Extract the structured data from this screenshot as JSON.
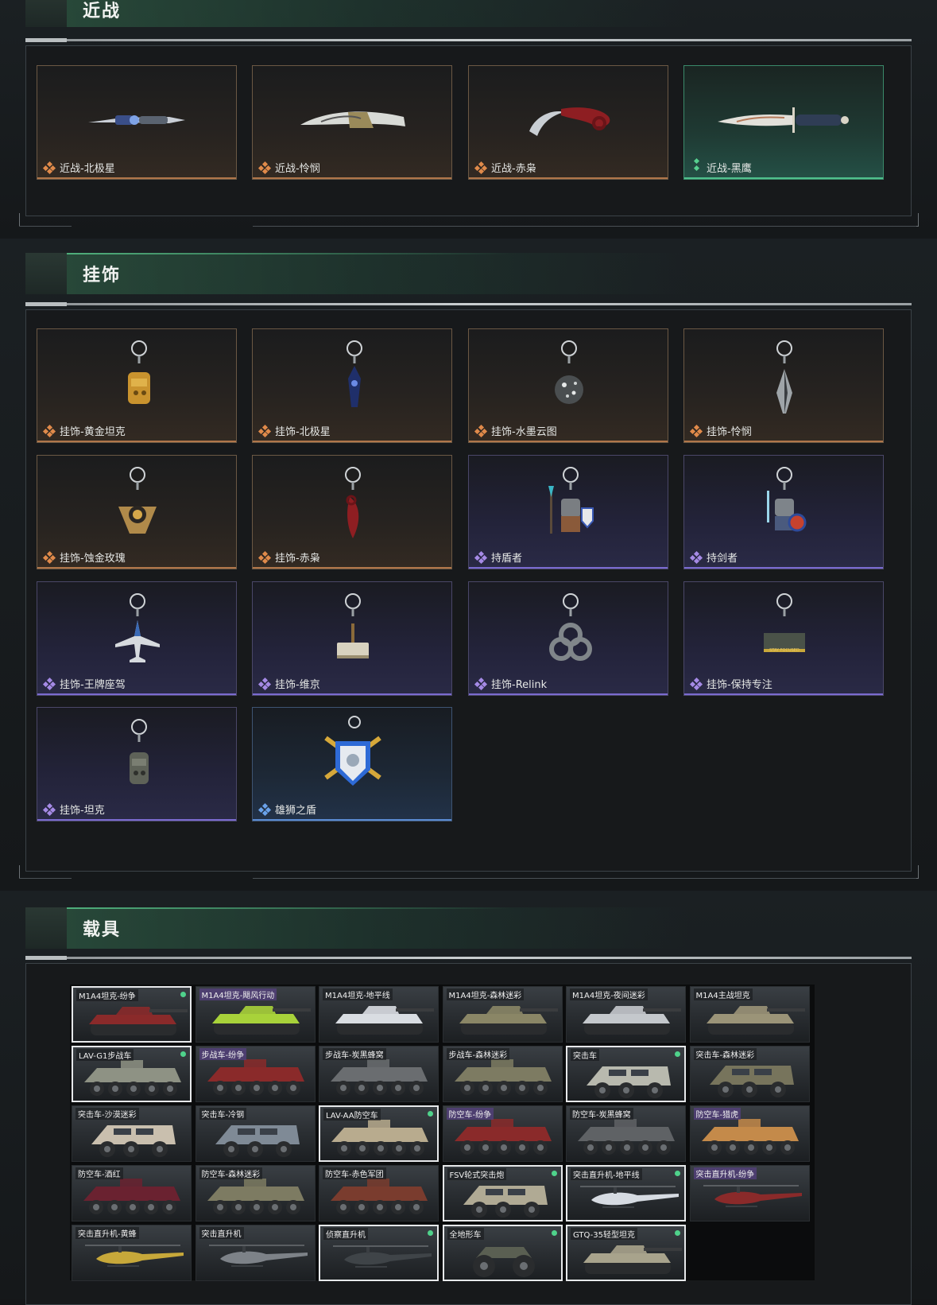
{
  "sections": {
    "melee": {
      "title": "近战"
    },
    "charms": {
      "title": "挂饰"
    },
    "vehicles": {
      "title": "载具"
    }
  },
  "melee_items": [
    {
      "label": "近战-北极星",
      "rarity": "gold",
      "icon": "knife-icon"
    },
    {
      "label": "近战-怜悯",
      "rarity": "gold",
      "icon": "blade-icon"
    },
    {
      "label": "近战-赤枭",
      "rarity": "gold",
      "icon": "karambit-icon"
    },
    {
      "label": "近战-黑鹰",
      "rarity": "green",
      "icon": "dagger-icon"
    }
  ],
  "charm_items": [
    {
      "label": "挂饰-黄金坦克",
      "rarity": "gold",
      "icon": "gold-tank-charm-icon"
    },
    {
      "label": "挂饰-北极星",
      "rarity": "gold",
      "icon": "star-charm-icon"
    },
    {
      "label": "挂饰-水墨云图",
      "rarity": "gold",
      "icon": "orb-charm-icon"
    },
    {
      "label": "挂饰-怜悯",
      "rarity": "gold",
      "icon": "spike-charm-icon"
    },
    {
      "label": "挂饰-蚀金玫瑰",
      "rarity": "gold",
      "icon": "rose-charm-icon"
    },
    {
      "label": "挂饰-赤枭",
      "rarity": "gold",
      "icon": "claw-charm-icon"
    },
    {
      "label": "持盾者",
      "rarity": "purple",
      "icon": "shield-bearer-charm-icon"
    },
    {
      "label": "持剑者",
      "rarity": "purple",
      "icon": "sword-bearer-charm-icon"
    },
    {
      "label": "挂饰-王牌座驾",
      "rarity": "purple",
      "icon": "jet-charm-icon"
    },
    {
      "label": "挂饰-维京",
      "rarity": "purple",
      "icon": "hammer-charm-icon"
    },
    {
      "label": "挂饰-Relink",
      "rarity": "purple",
      "icon": "relink-charm-icon"
    },
    {
      "label": "挂饰-保持专注",
      "rarity": "purple",
      "icon": "sign-charm-icon"
    },
    {
      "label": "挂饰-坦克",
      "rarity": "purple",
      "icon": "tank-charm-icon"
    },
    {
      "label": "雄狮之盾",
      "rarity": "blue",
      "icon": "lion-shield-charm-icon"
    }
  ],
  "charm_badge_text": "STAY FOCUSED",
  "vehicle_items": [
    {
      "label": "M1A4坦克-纷争",
      "type": "tank",
      "color": "#8a2a2a",
      "selected": true,
      "dot": true,
      "hl": false
    },
    {
      "label": "M1A4坦克-飓风行动",
      "type": "tank",
      "color": "#a8d23a",
      "selected": false,
      "dot": false,
      "hl": true
    },
    {
      "label": "M1A4坦克-地平线",
      "type": "tank",
      "color": "#d9dde2",
      "selected": false,
      "dot": false,
      "hl": false
    },
    {
      "label": "M1A4坦克-森林迷彩",
      "type": "tank",
      "color": "#8a8666",
      "selected": false,
      "dot": false,
      "hl": false
    },
    {
      "label": "M1A4坦克-夜间迷彩",
      "type": "tank",
      "color": "#c4c8cc",
      "selected": false,
      "dot": false,
      "hl": false
    },
    {
      "label": "M1A4主战坦克",
      "type": "tank",
      "color": "#9b9478",
      "selected": false,
      "dot": false,
      "hl": false
    },
    {
      "label": "LAV-G1步战车",
      "type": "apc",
      "color": "#8e9284",
      "selected": true,
      "dot": true,
      "hl": false
    },
    {
      "label": "步战车-纷争",
      "type": "apc",
      "color": "#8a2a2a",
      "selected": false,
      "dot": false,
      "hl": true
    },
    {
      "label": "步战车-炭黑蜂窝",
      "type": "apc",
      "color": "#6a6d70",
      "selected": false,
      "dot": false,
      "hl": false
    },
    {
      "label": "步战车-森林迷彩",
      "type": "apc",
      "color": "#7d7b62",
      "selected": false,
      "dot": false,
      "hl": false
    },
    {
      "label": "突击车",
      "type": "truck",
      "color": "#b8b9ae",
      "selected": true,
      "dot": true,
      "hl": false
    },
    {
      "label": "突击车-森林迷彩",
      "type": "truck",
      "color": "#77745c",
      "selected": false,
      "dot": false,
      "hl": false
    },
    {
      "label": "突击车-沙漠迷彩",
      "type": "truck",
      "color": "#c9bfae",
      "selected": false,
      "dot": false,
      "hl": false
    },
    {
      "label": "突击车-冷钢",
      "type": "truck",
      "color": "#7f8a96",
      "selected": false,
      "dot": false,
      "hl": false
    },
    {
      "label": "LAV-AA防空车",
      "type": "apc",
      "color": "#b8ab8e",
      "selected": true,
      "dot": true,
      "hl": false
    },
    {
      "label": "防空车-纷争",
      "type": "apc",
      "color": "#8a2a2a",
      "selected": false,
      "dot": false,
      "hl": true
    },
    {
      "label": "防空车-炭黑蜂窝",
      "type": "apc",
      "color": "#5f6265",
      "selected": false,
      "dot": false,
      "hl": false
    },
    {
      "label": "防空车-猎虎",
      "type": "apc",
      "color": "#c48a4a",
      "selected": false,
      "dot": false,
      "hl": true
    },
    {
      "label": "防空车-酒红",
      "type": "apc",
      "color": "#6a2230",
      "selected": false,
      "dot": false,
      "hl": false
    },
    {
      "label": "防空车-森林迷彩",
      "type": "apc",
      "color": "#7d7b62",
      "selected": false,
      "dot": false,
      "hl": false
    },
    {
      "label": "防空车-赤色军团",
      "type": "apc",
      "color": "#7a3c2e",
      "selected": false,
      "dot": false,
      "hl": false
    },
    {
      "label": "FSV轮式突击炮",
      "type": "truck",
      "color": "#b0aa94",
      "selected": true,
      "dot": true,
      "hl": false
    },
    {
      "label": "突击直升机-地平线",
      "type": "heli",
      "color": "#d6dbe2",
      "selected": true,
      "dot": true,
      "hl": false
    },
    {
      "label": "突击直升机-纷争",
      "type": "heli",
      "color": "#8a2a2a",
      "selected": false,
      "dot": false,
      "hl": true
    },
    {
      "label": "突击直升机-黄蜂",
      "type": "heli",
      "color": "#c7a83a",
      "selected": false,
      "dot": false,
      "hl": false
    },
    {
      "label": "突击直升机",
      "type": "heli",
      "color": "#7d8288",
      "selected": false,
      "dot": false,
      "hl": false
    },
    {
      "label": "侦察直升机",
      "type": "heli",
      "color": "#3f4448",
      "selected": true,
      "dot": true,
      "hl": false
    },
    {
      "label": "全地形车",
      "type": "atv",
      "color": "#5a5f52",
      "selected": true,
      "dot": true,
      "hl": false
    },
    {
      "label": "GTQ-35轻型坦克",
      "type": "tank",
      "color": "#a8a38c",
      "selected": true,
      "dot": true,
      "hl": false
    }
  ]
}
